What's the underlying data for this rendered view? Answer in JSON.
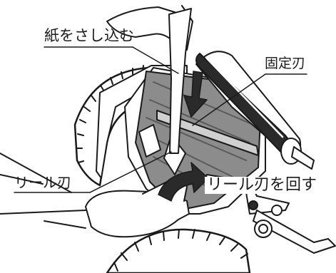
{
  "labels": {
    "insert_paper": "紙をさし込む",
    "fixed_blade": "固定刃",
    "reel_blade": "リール刃",
    "rotate_reel": "リール刃を回す"
  },
  "colors": {
    "line": "#1a1a1a",
    "shade": "#8c8c8c",
    "background": "#ffffff"
  }
}
